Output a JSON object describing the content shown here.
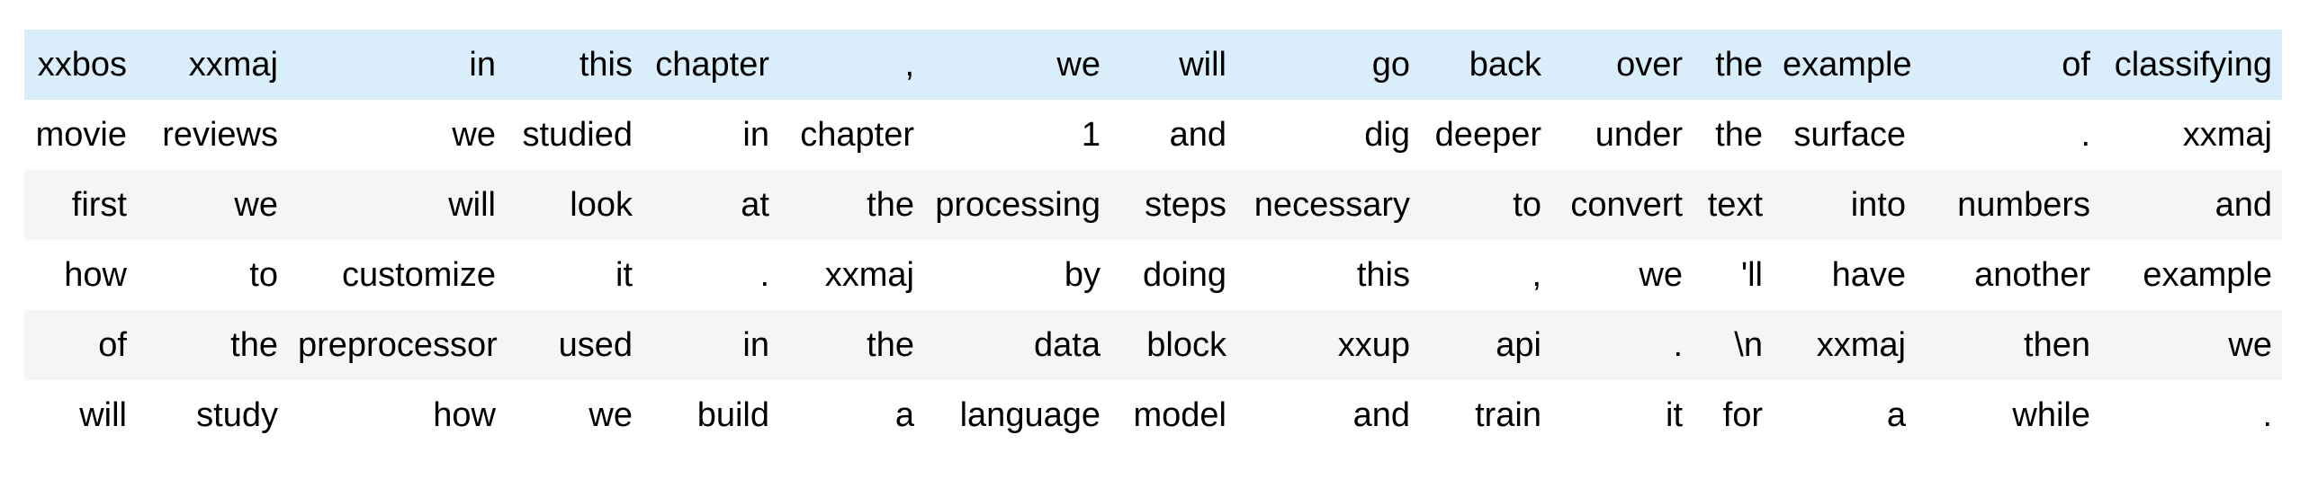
{
  "colors": {
    "page_background": "#ffffff",
    "row_background": "#ffffff",
    "hover_row_background": "#d9edfb",
    "stripe_row_background": "#f5f5f5",
    "text": "#000000"
  },
  "table": {
    "description": "tokenized-text dataframe, 6 rows x 15 columns, first row hover-highlighted",
    "rows": [
      {
        "style": "highlighted",
        "cells": [
          "xxbos",
          "xxmaj",
          "in",
          "this",
          "chapter",
          ",",
          "we",
          "will",
          "go",
          "back",
          "over",
          "the",
          "example",
          "of",
          "classifying"
        ]
      },
      {
        "style": "plain",
        "cells": [
          "movie",
          "reviews",
          "we",
          "studied",
          "in",
          "chapter",
          "1",
          "and",
          "dig",
          "deeper",
          "under",
          "the",
          "surface",
          ".",
          "xxmaj"
        ]
      },
      {
        "style": "striped",
        "cells": [
          "first",
          "we",
          "will",
          "look",
          "at",
          "the",
          "processing",
          "steps",
          "necessary",
          "to",
          "convert",
          "text",
          "into",
          "numbers",
          "and"
        ]
      },
      {
        "style": "plain",
        "cells": [
          "how",
          "to",
          "customize",
          "it",
          ".",
          "xxmaj",
          "by",
          "doing",
          "this",
          ",",
          "we",
          "'ll",
          "have",
          "another",
          "example"
        ]
      },
      {
        "style": "striped",
        "cells": [
          "of",
          "the",
          "preprocessor",
          "used",
          "in",
          "the",
          "data",
          "block",
          "xxup",
          "api",
          ".",
          "\\n",
          "xxmaj",
          "then",
          "we"
        ]
      },
      {
        "style": "plain",
        "cells": [
          "will",
          "study",
          "how",
          "we",
          "build",
          "a",
          "language",
          "model",
          "and",
          "train",
          "it",
          "for",
          "a",
          "while",
          "."
        ]
      }
    ]
  }
}
